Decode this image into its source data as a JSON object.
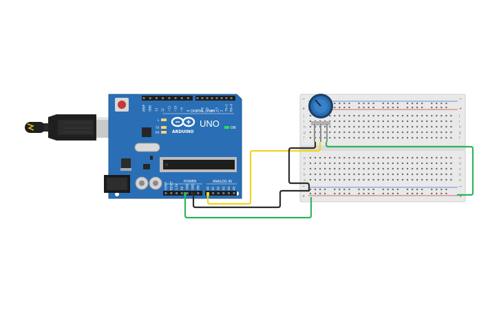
{
  "colors": {
    "board": "#2a6fb5",
    "board_dark": "#1d5894",
    "breadboard": "#e9e9e9",
    "wire_yellow": "#f0d41e",
    "wire_black": "#2b2b2b",
    "wire_green": "#2db35a",
    "rail_red": "#d33b3b",
    "rail_blue": "#3b6fd3",
    "knob": "#2a6fb5",
    "usb_plug": "#1f1f1f",
    "usb_metal": "#c9c9c9",
    "led_on": "#27e05a"
  },
  "arduino": {
    "brand": "ARDUINO",
    "model": "UNO",
    "digital_label": "DIGITAL (PWM~)",
    "power_label": "POWER",
    "analog_label": "ANALOG IN",
    "on_label": "ON",
    "led_labels": [
      "L",
      "TX",
      "RX"
    ],
    "digital_pins": [
      "AREF",
      "GND",
      "13",
      "12",
      "~11",
      "~10",
      "~9",
      "8",
      "7",
      "~6",
      "~5",
      "4",
      "~3",
      "2",
      "TX→1",
      "RX←0"
    ],
    "power_pins": [
      "IOREF",
      "RESET",
      "3.3V",
      "5V",
      "GND",
      "GND",
      "VIN"
    ],
    "analog_pins": [
      "A0",
      "A1",
      "A2",
      "A3",
      "A4",
      "A5"
    ]
  },
  "breadboard": {
    "rows_top": [
      "j",
      "i",
      "h",
      "g",
      "f"
    ],
    "rows_bottom": [
      "e",
      "d",
      "c",
      "b",
      "a"
    ],
    "rail_minus": "−",
    "rail_plus": "+",
    "columns": 30
  },
  "components": {
    "potentiometer": "potentiometer",
    "usb_cable": "usb-cable"
  }
}
